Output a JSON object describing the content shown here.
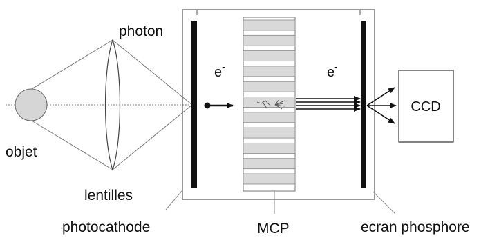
{
  "labels": {
    "photon": "photon",
    "objet": "objet",
    "lentilles": "lentilles",
    "photocathode": "photocathode",
    "mcp": "MCP",
    "ecran": "ecran phosphore",
    "ccd": "CCD",
    "electron_left": "e",
    "electron_right": "e",
    "electron_sup": "-"
  },
  "components": {
    "mcp_channel_count": 11,
    "fanout_arrow_count": 3
  },
  "colors": {
    "line": "#111111",
    "thin_line": "#777777",
    "object_fill": "#d6d6d6",
    "channel_fill": "#d9d9d9"
  }
}
